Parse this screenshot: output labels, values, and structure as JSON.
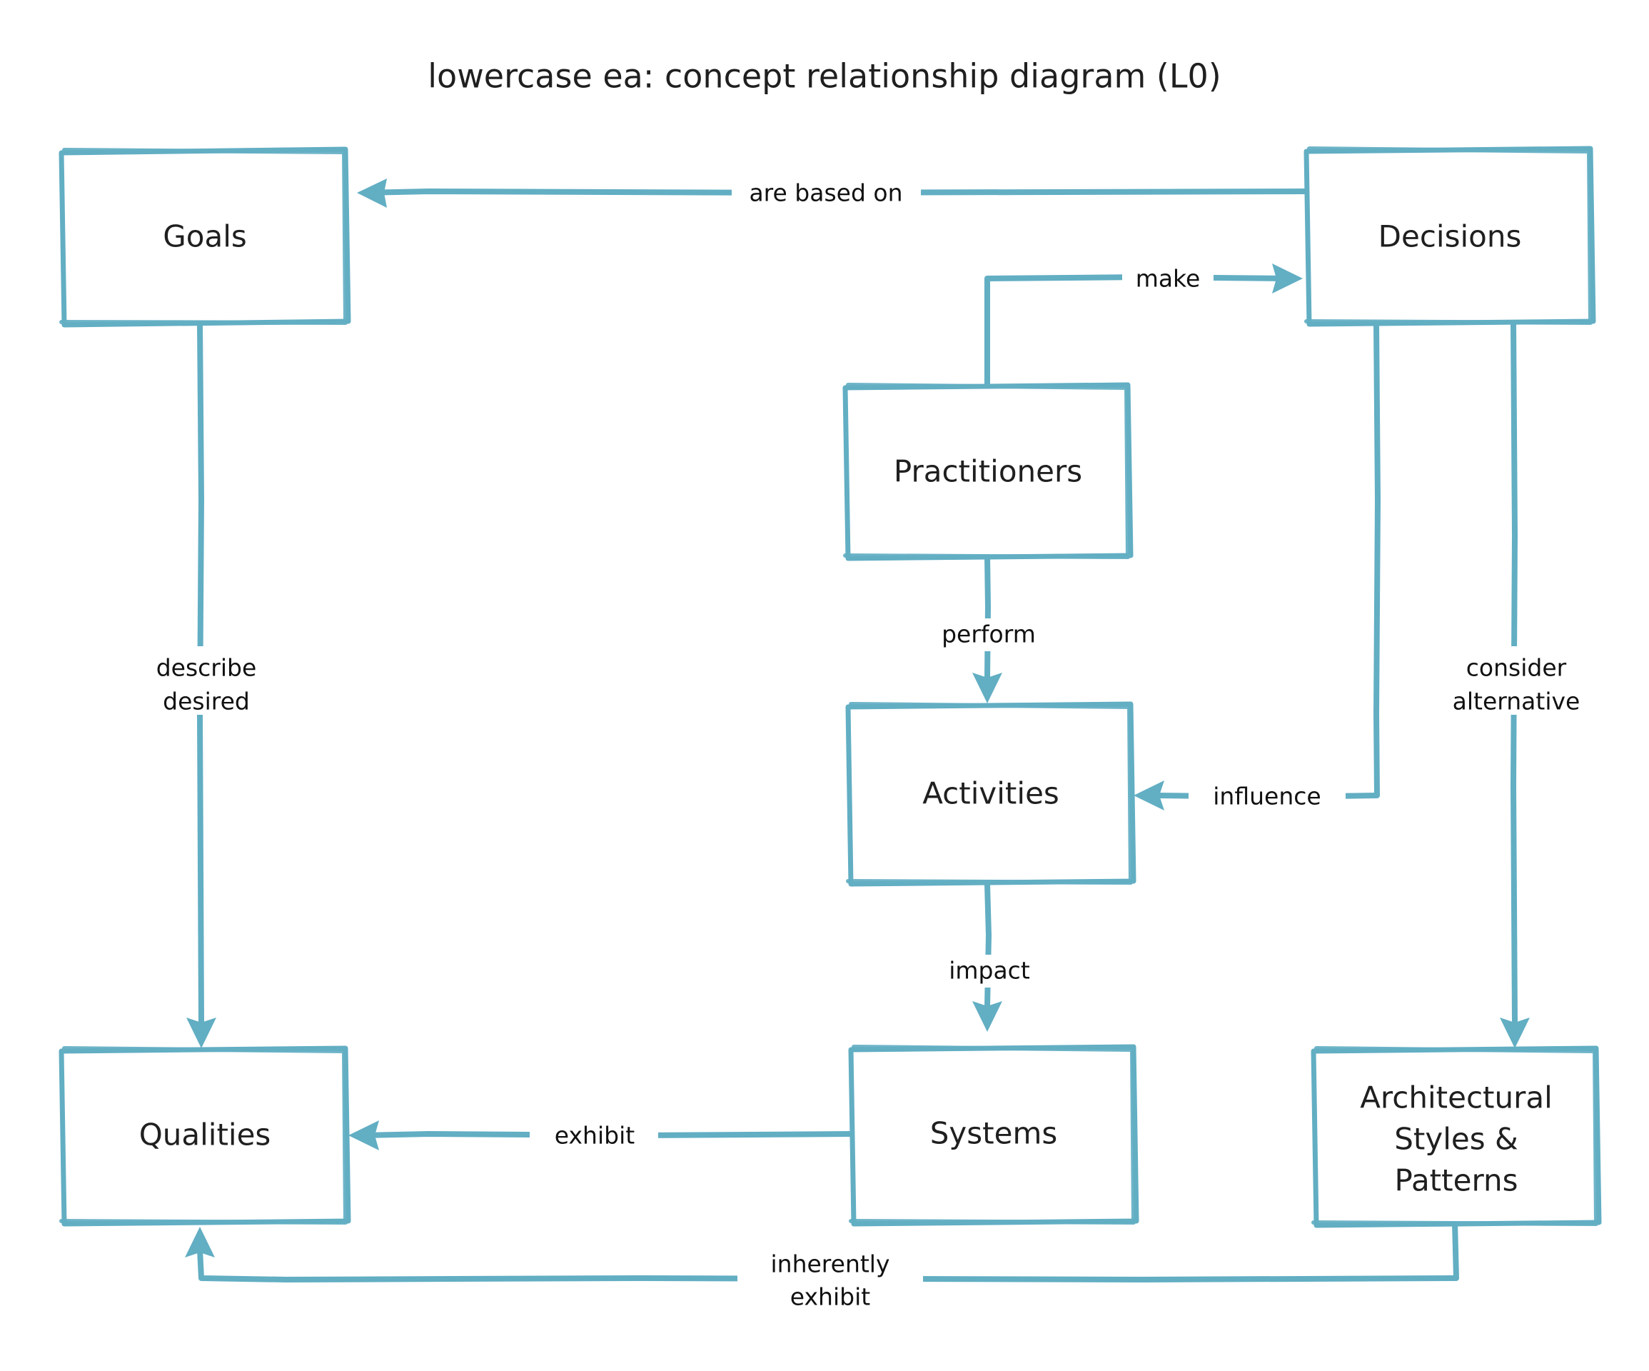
{
  "diagram": {
    "title": "lowercase ea: concept relationship diagram (L0)",
    "style": {
      "stroke_color": "#62AEC3",
      "node_fill": "#ffffff",
      "text_color": "#1f1f1f",
      "background": "#ffffff"
    },
    "nodes": [
      {
        "id": "goals",
        "label": "Goals",
        "lines": [
          "Goals"
        ]
      },
      {
        "id": "decisions",
        "label": "Decisions",
        "lines": [
          "Decisions"
        ]
      },
      {
        "id": "practitioners",
        "label": "Practitioners",
        "lines": [
          "Practitioners"
        ]
      },
      {
        "id": "activities",
        "label": "Activities",
        "lines": [
          "Activities"
        ]
      },
      {
        "id": "qualities",
        "label": "Qualities",
        "lines": [
          "Qualities"
        ]
      },
      {
        "id": "systems",
        "label": "Systems",
        "lines": [
          "Systems"
        ]
      },
      {
        "id": "styles",
        "label": "Architectural Styles & Patterns",
        "lines": [
          "Architectural",
          "Styles &",
          "Patterns"
        ]
      }
    ],
    "edges": [
      {
        "id": "e1",
        "from": "decisions",
        "to": "goals",
        "label": "are based on",
        "lines": [
          "are based on"
        ]
      },
      {
        "id": "e2",
        "from": "practitioners",
        "to": "decisions",
        "label": "make",
        "lines": [
          "make"
        ]
      },
      {
        "id": "e3",
        "from": "goals",
        "to": "qualities",
        "label": "describe desired",
        "lines": [
          "describe",
          "desired"
        ]
      },
      {
        "id": "e4",
        "from": "practitioners",
        "to": "activities",
        "label": "perform",
        "lines": [
          "perform"
        ]
      },
      {
        "id": "e5",
        "from": "decisions",
        "to": "activities",
        "label": "influence",
        "lines": [
          "influence"
        ]
      },
      {
        "id": "e6",
        "from": "decisions",
        "to": "styles",
        "label": "consider alternative",
        "lines": [
          "consider",
          "alternative"
        ]
      },
      {
        "id": "e7",
        "from": "activities",
        "to": "systems",
        "label": "impact",
        "lines": [
          "impact"
        ]
      },
      {
        "id": "e8",
        "from": "systems",
        "to": "qualities",
        "label": "exhibit",
        "lines": [
          "exhibit"
        ]
      },
      {
        "id": "e9",
        "from": "styles",
        "to": "qualities",
        "label": "inherently exhibit",
        "lines": [
          "inherently",
          "exhibit"
        ]
      }
    ]
  }
}
